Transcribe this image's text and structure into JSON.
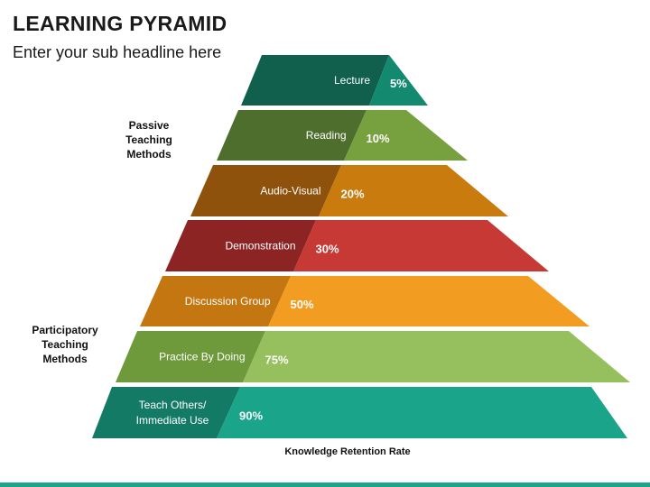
{
  "title": "LEARNING PYRAMID",
  "subtitle": "Enter your sub headline here",
  "passive_label": "Passive\nTeaching\nMethods",
  "participatory_label": "Participatory\nTeaching\nMethods",
  "bottom_label": "Knowledge Retention Rate",
  "levels": [
    {
      "method": "Lecture",
      "rate": "5%",
      "dark": "#11604d",
      "light": "#138a6f"
    },
    {
      "method": "Reading",
      "rate": "10%",
      "dark": "#4d6e2c",
      "light": "#77a03f"
    },
    {
      "method": "Audio-Visual",
      "rate": "20%",
      "dark": "#8f520c",
      "light": "#c97b0e"
    },
    {
      "method": "Demonstration",
      "rate": "30%",
      "dark": "#8c2424",
      "light": "#c73934"
    },
    {
      "method": "Discussion Group",
      "rate": "50%",
      "dark": "#c47610",
      "light": "#f39c22"
    },
    {
      "method": "Practice By Doing",
      "rate": "75%",
      "dark": "#6f9a3c",
      "light": "#96bf5e"
    },
    {
      "method": "Teach Others/\nImmediate Use",
      "rate": "90%",
      "dark": "#137a66",
      "light": "#1aa58a"
    }
  ]
}
